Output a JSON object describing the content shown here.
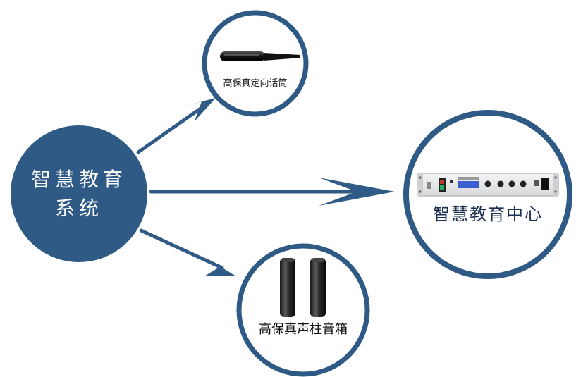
{
  "colors": {
    "primary": "#2e5a85",
    "arrow": "#2f5b86",
    "background": "#ffffff",
    "panel": "#e9eaec",
    "display": "#3a5fd0"
  },
  "center_node": {
    "line1": "智慧教育",
    "line2": "系统"
  },
  "nodes": {
    "microphone": {
      "label": "高保真定向话筒",
      "icon": "microphone-icon"
    },
    "speakers": {
      "label": "高保真声柱音箱",
      "icon": "column-speaker-icon"
    },
    "center": {
      "label": "智慧教育中心",
      "icon": "rack-controller-icon"
    }
  }
}
